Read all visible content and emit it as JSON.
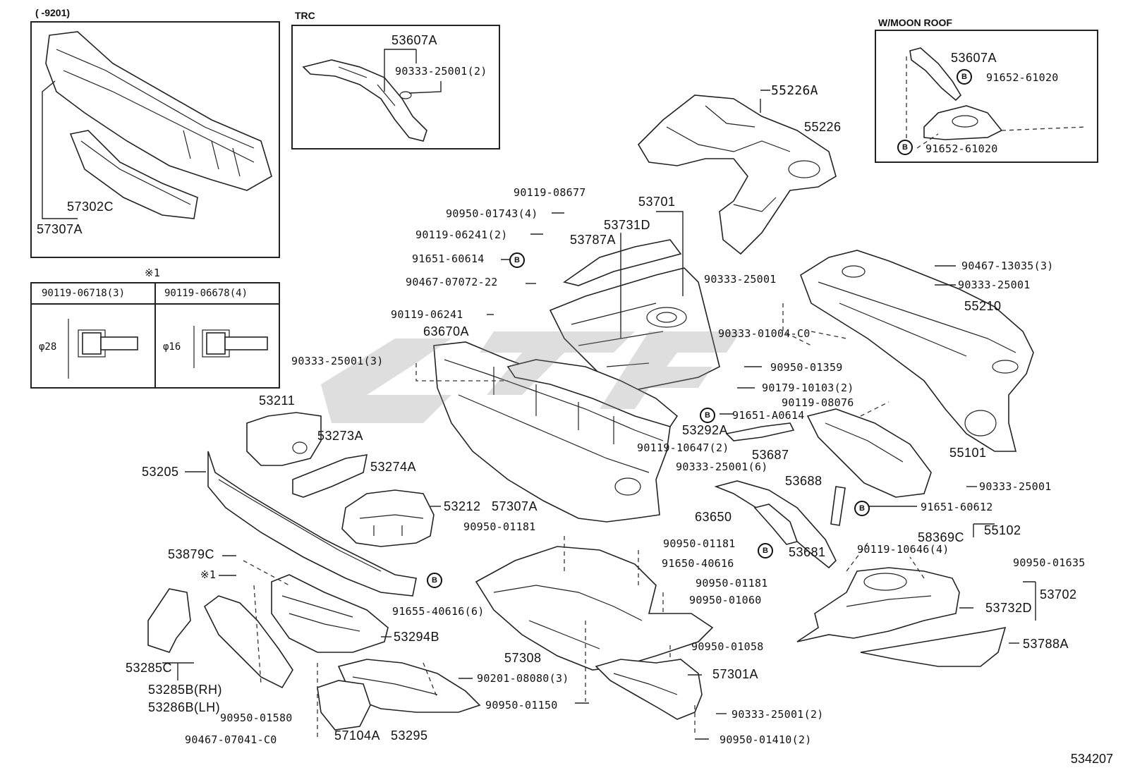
{
  "insets": {
    "early": {
      "header": "(      -9201)",
      "labels": [
        "57302C",
        "57307A"
      ]
    },
    "trc": {
      "header": "TRC",
      "labels": [
        "53607A",
        "90333-25001(2)"
      ]
    },
    "moonroof": {
      "header": "W/MOON ROOF",
      "labels": [
        "53607A",
        "91652-61020",
        "91652-61020"
      ]
    }
  },
  "note_table": {
    "marker": "※1",
    "col1": "90119-06718(3)",
    "col2": "90119-06678(4)",
    "dim1": "φ28",
    "dim2": "φ16"
  },
  "badge_letter": "B",
  "labels": {
    "p55226A": "55226A",
    "p55226": "55226",
    "p90119_08677": "90119-08677",
    "p53701": "53701",
    "p90950_01743": "90950-01743(4)",
    "p53731D": "53731D",
    "p90119_06241_2": "90119-06241(2)",
    "p53787A": "53787A",
    "p91651_60614": "91651-60614",
    "p90467_07072": "90467-07072-22",
    "p90119_06241": "90119-06241",
    "p63670A": "63670A",
    "p90333_25001_3": "90333-25001(3)",
    "p90333_25001_a": "90333-25001",
    "p90333_01004": "90333-01004-C0",
    "p90950_01359": "90950-01359",
    "p90179_10103": "90179-10103(2)",
    "p91651_A0614": "91651-A0614",
    "p90119_08076": "90119-08076",
    "p53292A": "53292A",
    "p90119_10647": "90119-10647(2)",
    "p53687": "53687",
    "p90333_25001_6": "90333-25001(6)",
    "p90467_13035": "90467-13035(3)",
    "p90333_25001_b": "90333-25001",
    "p55210": "55210",
    "p55101": "55101",
    "p90333_25001_c": "90333-25001",
    "p91651_60612": "91651-60612",
    "p58369C": "58369C",
    "p55102": "55102",
    "p53688": "53688",
    "p63650": "63650",
    "p90119_10646": "90119-10646(4)",
    "p53681": "53681",
    "p91650_40616": "91650-40616",
    "p90950_01635": "90950-01635",
    "p53702": "53702",
    "p53732D": "53732D",
    "p53788A": "53788A",
    "p53211": "53211",
    "p53273A": "53273A",
    "p53205": "53205",
    "p53274A": "53274A",
    "p53212": "53212",
    "p57307A_main": "57307A",
    "p90950_01181_a": "90950-01181",
    "p90950_01181_b": "90950-01181",
    "p90950_01181_c": "90950-01181",
    "p90950_01060": "90950-01060",
    "p90950_01058": "90950-01058",
    "p53879C": "53879C",
    "p_note1": "※1",
    "p91655_40616": "91655-40616(6)",
    "p53294B": "53294B",
    "p57308": "57308",
    "p57301A": "57301A",
    "p53285C": "53285C",
    "p53285B": "53285B(RH)",
    "p53286B": "53286B(LH)",
    "p90201_08080": "90201-08080(3)",
    "p90950_01150": "90950-01150",
    "p90333_25001_2": "90333-25001(2)",
    "p90950_01580": "90950-01580",
    "p90467_07041": "90467-07041-C0",
    "p57104A": "57104A",
    "p53295": "53295",
    "p90950_01410": "90950-01410(2)"
  },
  "reference_number": "534207"
}
